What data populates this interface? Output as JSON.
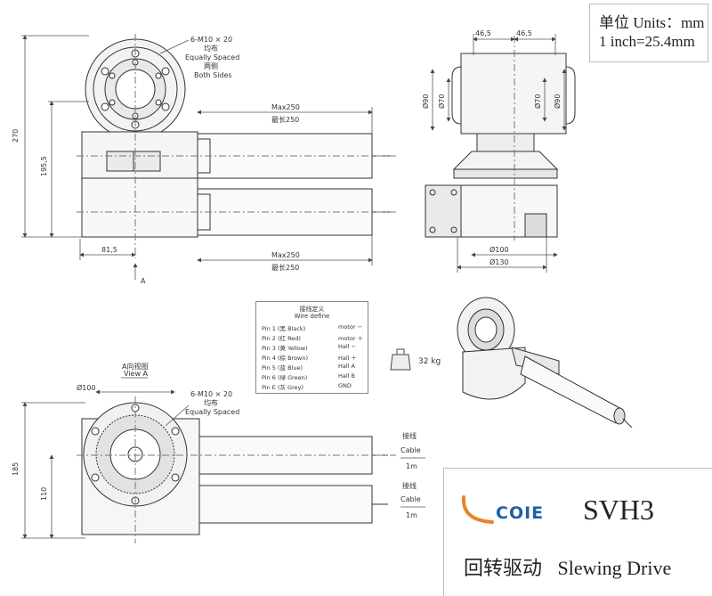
{
  "units": {
    "line1": "单位 Units：mm",
    "line2": "1 inch=25.4mm"
  },
  "front_view": {
    "bolt_note": {
      "line1": "6-M10 × 20",
      "line2": "均布",
      "line3": "Equally Spaced",
      "line4": "两侧",
      "line5": "Both Sides"
    },
    "dim_total_height": "270",
    "dim_center_height": "195,5",
    "dim_offset": "81,5",
    "motor_length_top": {
      "line1": "Max250",
      "line2": "最长250"
    },
    "motor_length_bottom": {
      "line1": "Max250",
      "line2": "最长250"
    },
    "view_arrow_label": "A"
  },
  "side_view": {
    "dim_half_left": "46,5",
    "dim_half_right": "46,5",
    "dim_phi90_left": "Ø90",
    "dim_phi70_left": "Ø70",
    "dim_phi70_right": "Ø70",
    "dim_phi90_right": "Ø90",
    "dim_phi100": "Ø100",
    "dim_phi130": "Ø130"
  },
  "view_a": {
    "title_cn": "A向视图",
    "title_en": "View A",
    "dim_phi100": "Ø100",
    "bolt_note": {
      "line1": "6-M10 × 20",
      "line2": "均布",
      "line3": "Equally Spaced"
    },
    "dim_height": "185",
    "dim_center": "110",
    "cable_top": {
      "cn": "接线",
      "en": "Cable",
      "len": "1m"
    },
    "cable_bottom": {
      "cn": "接线",
      "en": "Cable",
      "len": "1m"
    }
  },
  "wire_define": {
    "title_cn": "接线定义",
    "title_en": "Wire define",
    "pins": [
      {
        "pin": "Pin 1 (黑 Black)",
        "fn": "motor −"
      },
      {
        "pin": "Pin 2 (红 Red)",
        "fn": "motor ＋"
      },
      {
        "pin": "Pin 3 (黄 Yellow)",
        "fn": "Hall  −"
      },
      {
        "pin": "Pin 4 (棕 Brown)",
        "fn": "Hall  ＋"
      },
      {
        "pin": "Pin 5 (蓝 Blue)",
        "fn": "Hall A"
      },
      {
        "pin": "Pin 6 (绿 Green)",
        "fn": "Hall B"
      },
      {
        "pin": "Pin E (灰 Grey)",
        "fn": "GND"
      }
    ]
  },
  "weight": "32 kg",
  "title_block": {
    "brand": "COIE",
    "model": "SVH3",
    "product_cn": "回转驱动",
    "product_en": "Slewing Drive"
  },
  "colors": {
    "line": "#333333",
    "dim": "#555555",
    "brand_blue": "#1f5fa8",
    "brand_orange": "#e8842a"
  }
}
